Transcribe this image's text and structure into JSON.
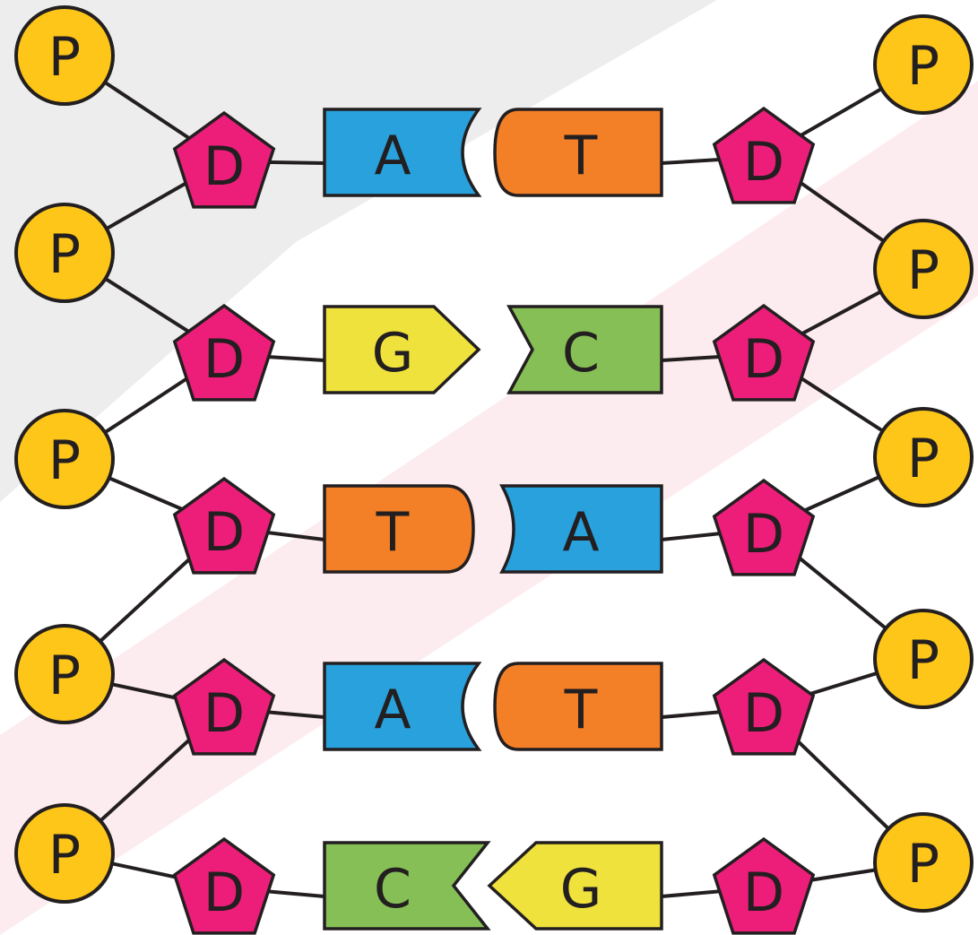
{
  "colors": {
    "phosphate": "#fdc618",
    "phosphate_shade": "#f0ad1f",
    "deoxyribose": "#ec1e79",
    "A": "#28a1dc",
    "T": "#f37f27",
    "G": "#efe23c",
    "C": "#86bf55",
    "outline": "#231f20",
    "watermark_gray": "#e6e6e6",
    "watermark_pink": "#fbe1e6"
  },
  "labels": {
    "phosphate": "P",
    "deoxyribose": "D"
  },
  "pairs": [
    {
      "left": "A",
      "right": "T"
    },
    {
      "left": "G",
      "right": "C"
    },
    {
      "left": "T",
      "right": "A"
    },
    {
      "left": "A",
      "right": "T"
    },
    {
      "left": "C",
      "right": "G"
    }
  ]
}
